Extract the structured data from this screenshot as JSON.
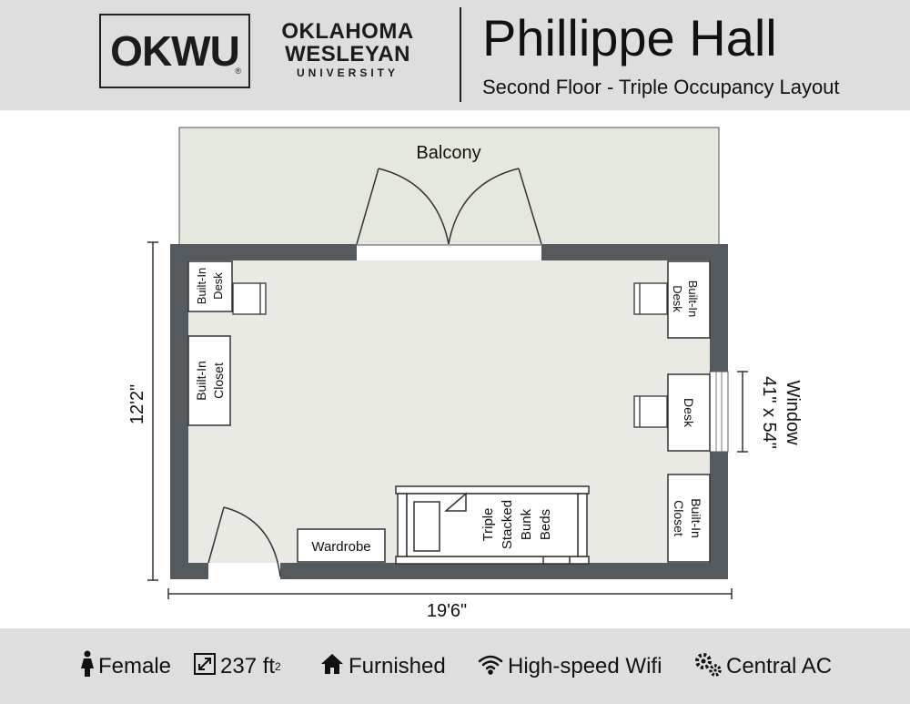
{
  "header": {
    "logo_text": "OKWU",
    "logo_reg": "®",
    "university_line1": "OKLAHOMA",
    "university_line2": "WESLEYAN",
    "university_line3": "UNIVERSITY",
    "title": "Phillippe Hall",
    "subtitle": "Second Floor - Triple Occupancy Layout"
  },
  "plan": {
    "balcony_label": "Balcony",
    "left_desk": [
      "Built-In",
      "Desk"
    ],
    "left_closet": [
      "Built-In",
      "Closet"
    ],
    "right_desk_top": [
      "Built-In",
      "Desk"
    ],
    "right_desk": "Desk",
    "right_closet": [
      "Built-In",
      "Closet"
    ],
    "wardrobe": "Wardrobe",
    "beds": [
      "Triple",
      "Stacked",
      "Bunk",
      "Beds"
    ],
    "window_label": "Window",
    "window_size": "41\" x 54\"",
    "height_dim": "12'2\"",
    "width_dim": "19'6\"",
    "colors": {
      "floor": "#e8eae3",
      "balcony": "#e5e8df",
      "wall": "#555a5e"
    }
  },
  "footer": {
    "features": [
      {
        "icon": "female-icon",
        "label": "Female"
      },
      {
        "icon": "area-icon",
        "label": "237 ft",
        "sup": "2"
      },
      {
        "icon": "home-icon",
        "label": "Furnished"
      },
      {
        "icon": "wifi-icon",
        "label": "High-speed Wifi"
      },
      {
        "icon": "gears-icon",
        "label": "Central AC"
      }
    ]
  }
}
